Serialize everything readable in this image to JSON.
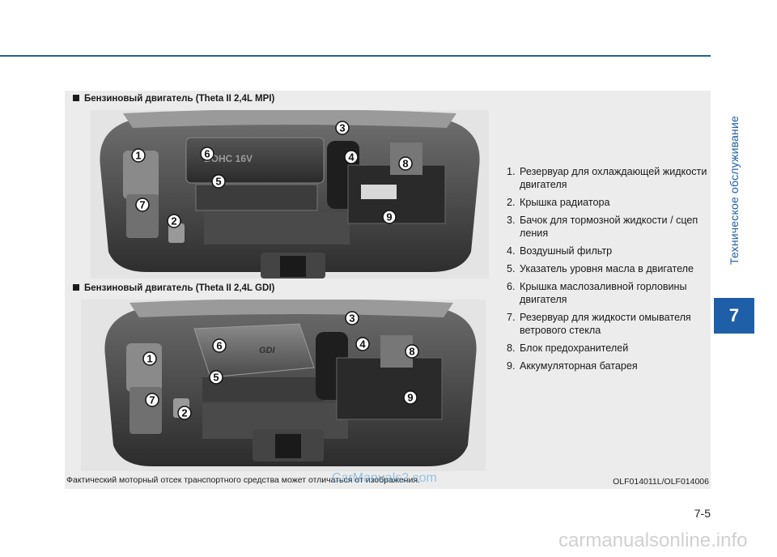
{
  "side_title": "Техническое обслуживание",
  "chapter_number": "7",
  "sections": [
    {
      "title": "Бензиновый двигатель (Theta II 2,4L MPI)",
      "cover_text": "DOHC 16V"
    },
    {
      "title": "Бензиновый двигатель (Theta II 2,4L GDI)",
      "cover_text": "GDI"
    }
  ],
  "callouts": [
    "1",
    "2",
    "3",
    "4",
    "5",
    "6",
    "7",
    "8",
    "9"
  ],
  "legend": [
    {
      "num": "1.",
      "text": "Резервуар для охлаждающей жидкости двигателя"
    },
    {
      "num": "2.",
      "text": "Крышка радиатора"
    },
    {
      "num": "3.",
      "text": "Бачок для тормозной жидкости / сцеп ления"
    },
    {
      "num": "4.",
      "text": "Воздушный фильтр"
    },
    {
      "num": "5.",
      "text": "Указатель уровня масла в двигателе"
    },
    {
      "num": "6.",
      "text": "Крышка маслозаливной горловины двигателя"
    },
    {
      "num": "7.",
      "text": "Резервуар для жидкости омывателя ветрового стекла"
    },
    {
      "num": "8.",
      "text": "Блок предохранителей"
    },
    {
      "num": "9.",
      "text": "Аккумуляторная батарея"
    }
  ],
  "footnote": "Фактический моторный отсек транспортного средства может отличаться от изображения.",
  "image_code": "OLF014011L/OLF014006",
  "page_number": "7-5",
  "watermarks": [
    "CarManuals2.com",
    "carmanualsonline.info"
  ]
}
